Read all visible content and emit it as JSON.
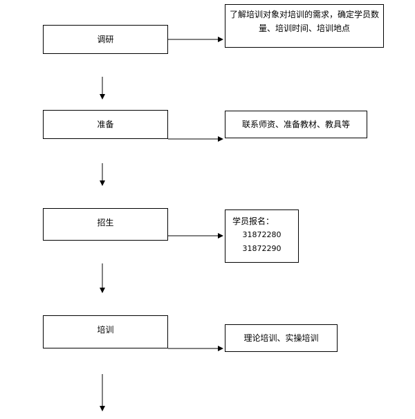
{
  "stages": [
    {
      "label": "调研",
      "note": "了解培训对象对培训的需求，确定学员数量、培训时间、培训地点"
    },
    {
      "label": "准备",
      "note": "联系师资、准备教材、教具等"
    },
    {
      "label": "招生",
      "note_title": "学员报名：",
      "phones": [
        "31872280",
        "31872290"
      ]
    },
    {
      "label": "培训",
      "note": "理论培训、实操培训"
    }
  ]
}
